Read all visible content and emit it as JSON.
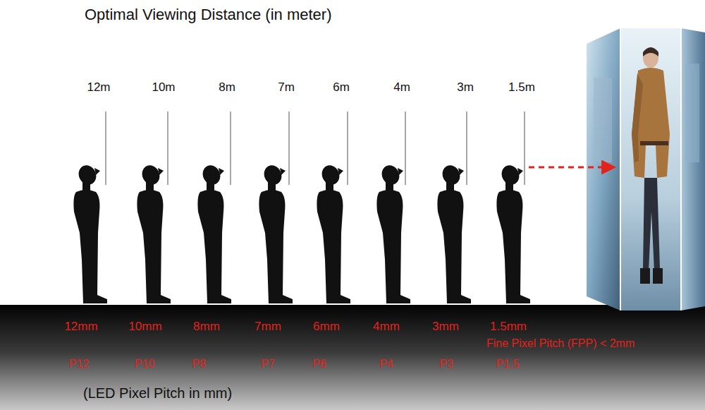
{
  "diagram": {
    "title": "Optimal Viewing Distance (in meter)",
    "labels": [
      "12m",
      "10m",
      "8m",
      "7m",
      "6m",
      "4m",
      "3m",
      "1.5m",
      "12mm",
      "10mm",
      "8mm",
      "7mm",
      "6mm",
      "4mm",
      "3mm",
      "1.5mm",
      "Fine Pixel Pitch (FPP) < 2mm",
      "P12",
      "P10",
      "P8",
      "P7",
      "P6",
      "P4",
      "P3",
      "P1.5",
      "(LED Pixel Pitch in mm)"
    ]
  }
}
